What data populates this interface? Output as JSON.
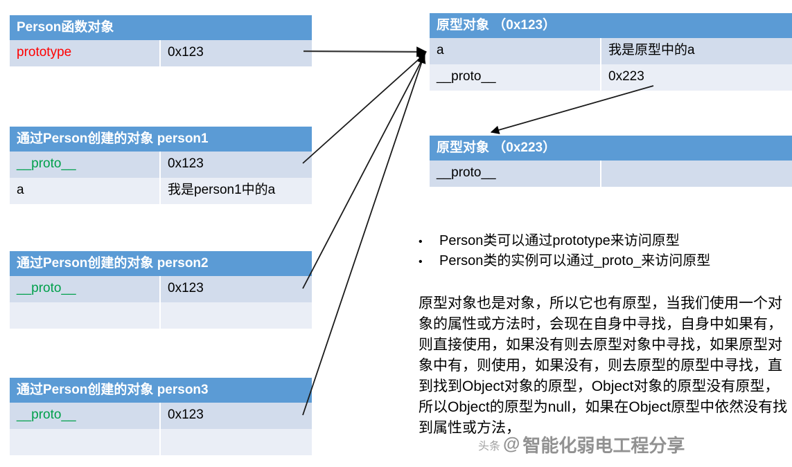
{
  "tables": [
    {
      "id": "person-function-object",
      "title": "Person函数对象",
      "rows": [
        {
          "key": "prototype",
          "value": "0x123",
          "key_color": "#FF0000"
        }
      ]
    },
    {
      "id": "person1",
      "title": "通过Person创建的对象 person1",
      "rows": [
        {
          "key": "__proto__",
          "value": "0x123",
          "key_color": "#00A04B"
        },
        {
          "key": "a",
          "value": "我是person1中的a",
          "key_color": "#000000"
        }
      ]
    },
    {
      "id": "person2",
      "title": "通过Person创建的对象 person2",
      "rows": [
        {
          "key": "__proto__",
          "value": "0x123",
          "key_color": "#00A04B"
        },
        {
          "key": "",
          "value": "",
          "key_color": "#000000"
        }
      ]
    },
    {
      "id": "person3",
      "title": "通过Person创建的对象 person3",
      "rows": [
        {
          "key": "__proto__",
          "value": "0x123",
          "key_color": "#00A04B"
        },
        {
          "key": "",
          "value": "",
          "key_color": "#000000"
        }
      ]
    },
    {
      "id": "prototype-0x123",
      "title": "原型对象 （0x123）",
      "rows": [
        {
          "key": "a",
          "value": "我是原型中的a",
          "key_color": "#000000"
        },
        {
          "key": "__proto__",
          "value": "0x223",
          "key_color": "#000000"
        }
      ]
    },
    {
      "id": "prototype-0x223",
      "title": "原型对象 （0x223）",
      "rows": [
        {
          "key": "__proto__",
          "value": "",
          "key_color": "#000000"
        }
      ]
    }
  ],
  "bullets": [
    {
      "marker": "•",
      "text": "Person类可以通过prototype来访问原型"
    },
    {
      "marker": "•",
      "text": "Person类的实例可以通过_proto_来访问原型"
    }
  ],
  "paragraph": "原型对象也是对象，所以它也有原型，当我们使用一个对象的属性或方法时，会现在自身中寻找，自身中如果有，则直接使用，如果没有则去原型对象中寻找，如果原型对象中有，则使用，如果没有，则去原型的原型中寻找，直到找到Object对象的原型，Object对象的原型没有原型，所以Object的原型为null，如果在Object原型中依然没有找到属性或方法，",
  "watermark": {
    "platform": "头条",
    "at": "@",
    "account": "智能化弱电工程分享"
  },
  "colors": {
    "header_blue": "#5B9BD5",
    "row_odd": "#D2DCEC",
    "row_even": "#EAEEF6",
    "accent_red": "#FF0000",
    "accent_green": "#00A04B",
    "arrow": "#000000"
  }
}
